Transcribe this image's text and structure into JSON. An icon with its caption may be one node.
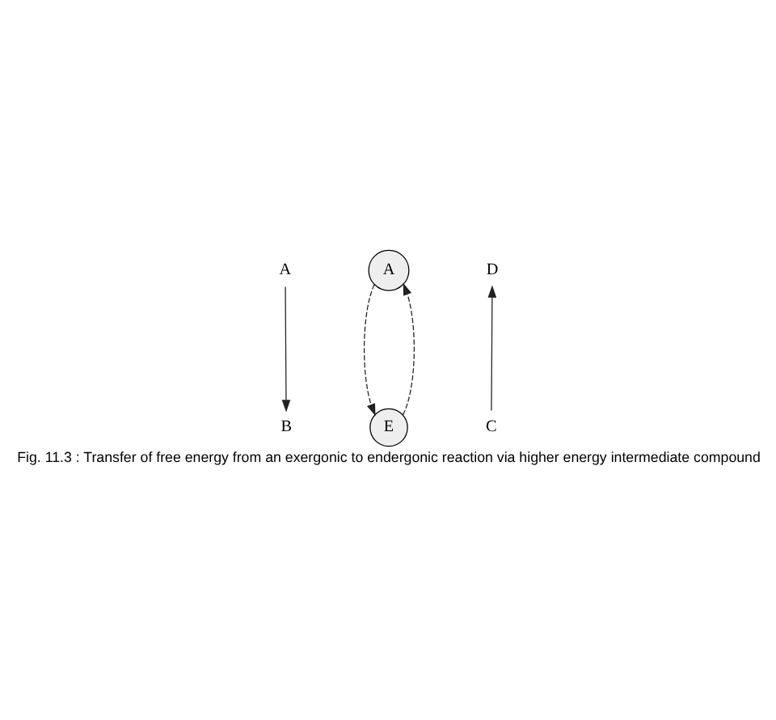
{
  "diagram": {
    "caption": "Fig. 11.3 : Transfer of free energy from an exergonic to endergonic reaction via higher energy intermediate compound",
    "nodes": [
      {
        "text": [
          "A"
        ]
      },
      {
        "text": [
          "B"
        ]
      },
      {
        "text": [
          "C"
        ]
      },
      {
        "text": [
          "D"
        ]
      },
      {
        "text": [
          "A"
        ]
      },
      {
        "text": [
          "E"
        ]
      }
    ],
    "edges": [
      {
        "from": 0,
        "to": 1,
        "arrow": "to"
      },
      {
        "from": 2,
        "to": 3,
        "arrow": "to"
      },
      {
        "from": 5,
        "to": 4,
        "arrow": "to",
        "style": "dashed"
      },
      {
        "from": 4,
        "to": 5,
        "arrow": "to",
        "style": "dashed"
      }
    ]
  }
}
